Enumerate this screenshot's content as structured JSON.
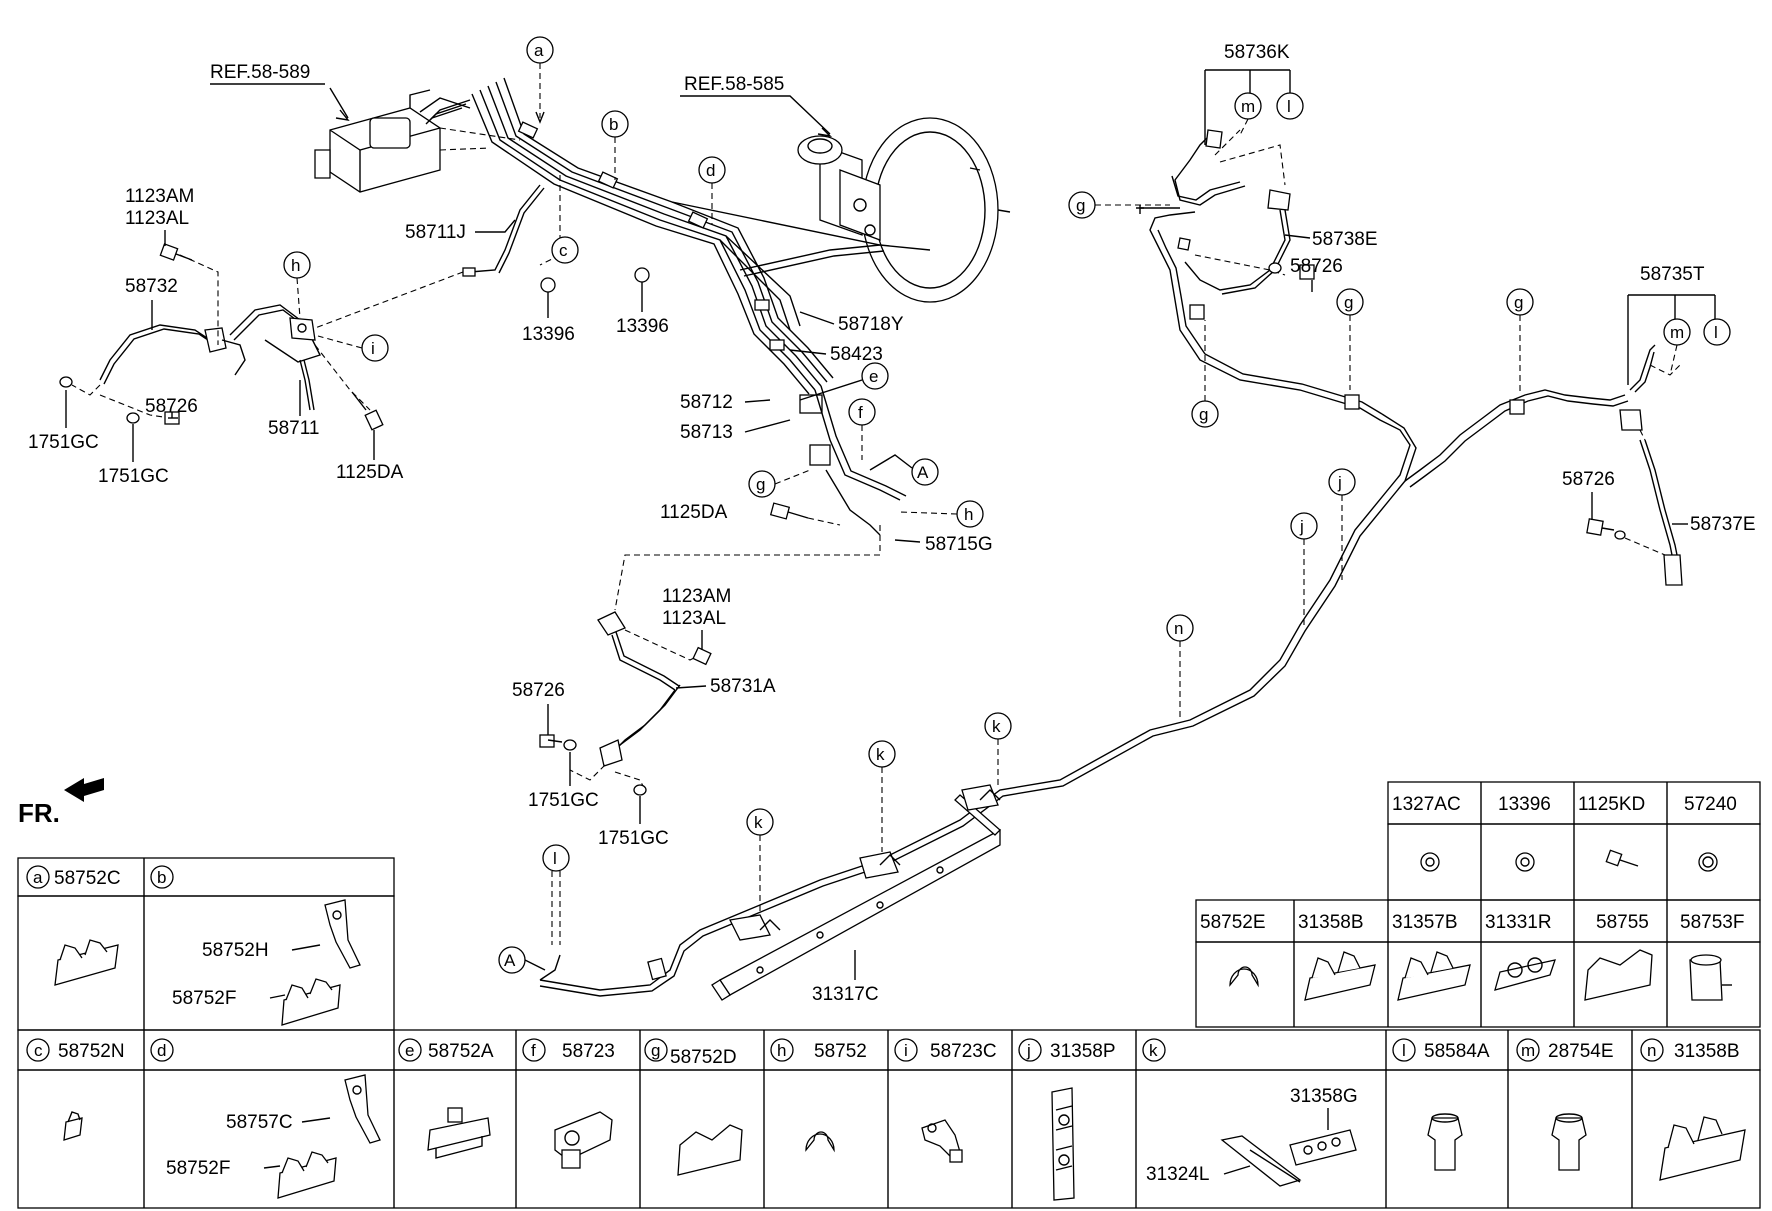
{
  "callouts": {
    "ref_abs": "REF.58-589",
    "ref_booster": "REF.58-585",
    "p_58736K": "58736K",
    "p_58738E": "58738E",
    "p_58726_a": "58726",
    "p_58735T": "58735T",
    "p_58726_b": "58726",
    "p_58737E": "58737E",
    "p_1123AM_a": "1123AM",
    "p_1123AL_a": "1123AL",
    "p_58732": "58732",
    "p_58711J": "58711J",
    "p_13396_a": "13396",
    "p_13396_b": "13396",
    "p_58718Y": "58718Y",
    "p_58423": "58423",
    "p_58712": "58712",
    "p_58713": "58713",
    "p_58726_c": "58726",
    "p_1751GC_a": "1751GC",
    "p_1751GC_b": "1751GC",
    "p_58711": "58711",
    "p_1125DA_a": "1125DA",
    "p_1125DA_b": "1125DA",
    "p_58715G": "58715G",
    "p_1123AM_b": "1123AM",
    "p_1123AL_b": "1123AL",
    "p_58731A": "58731A",
    "p_58726_d": "58726",
    "p_1751GC_c": "1751GC",
    "p_1751GC_d": "1751GC",
    "p_31317C": "31317C",
    "fr": "FR."
  },
  "letters": {
    "a": "a",
    "b": "b",
    "c": "c",
    "d": "d",
    "e": "e",
    "f": "f",
    "g": "g",
    "h": "h",
    "i": "i",
    "j": "j",
    "k": "k",
    "l": "l",
    "m": "m",
    "n": "n",
    "A": "A"
  },
  "right_table": {
    "row1": [
      "1327AC",
      "13396",
      "1125KD",
      "57240"
    ],
    "row2": [
      "58752E",
      "31358B",
      "31357B",
      "31331R",
      "58755",
      "58753F"
    ]
  },
  "left_table": {
    "a_label": "58752C",
    "b_parts": [
      "58752H",
      "58752F"
    ]
  },
  "bottom_table": {
    "c_label": "58752N",
    "d_parts": [
      "58757C",
      "58752F"
    ],
    "e_label": "58752A",
    "f_label": "58723",
    "g_label": "58752D",
    "h_label": "58752",
    "i_label": "58723C",
    "j_label": "31358P",
    "k_parts": [
      "31358G",
      "31324L"
    ],
    "l_label": "58584A",
    "m_label": "28754E",
    "n_label": "31358B"
  }
}
